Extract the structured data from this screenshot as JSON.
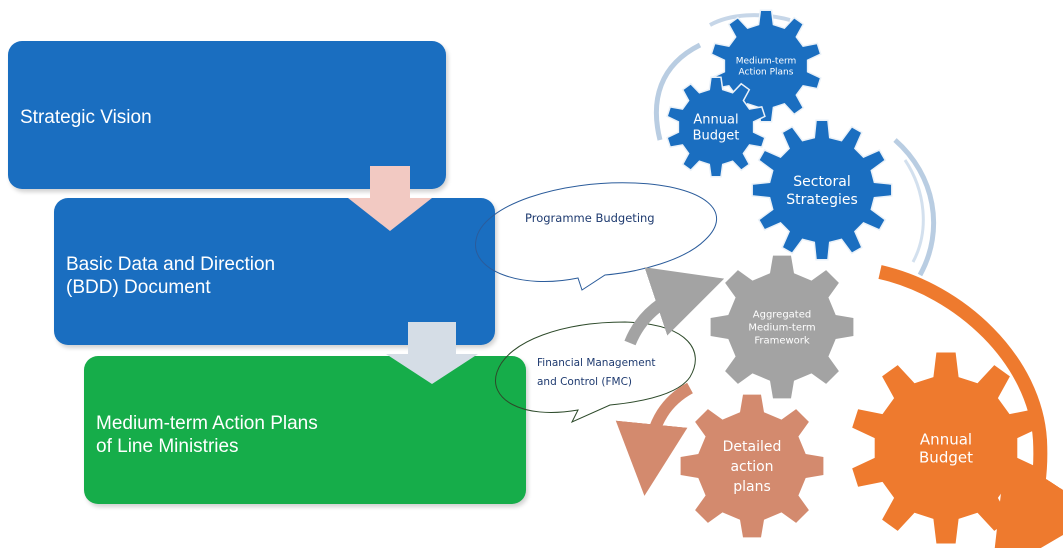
{
  "colors": {
    "blue": "#1a6ec0",
    "green": "#16ad4a",
    "gray": "#a3a3a3",
    "orange": "#ee7a2e",
    "salmon": "#d38a6e",
    "arrow_pink": "#f2c9c2",
    "arrow_pale": "#d5dde6"
  },
  "boxes": [
    {
      "lines": [
        "Strategic Vision"
      ],
      "color": "#1a6ec0"
    },
    {
      "lines": [
        "Basic Data and Direction",
        "(BDD) Document"
      ],
      "color": "#1a6ec0"
    },
    {
      "lines": [
        "Medium-term Action Plans",
        "of Line Ministries"
      ],
      "color": "#16ad4a"
    }
  ],
  "callouts": [
    {
      "lines": [
        "Programme Budgeting"
      ]
    },
    {
      "lines": [
        "Financial Management",
        "and Control (FMC)"
      ]
    }
  ],
  "gears_blue": [
    {
      "lines": [
        "Medium-term",
        "Action Plans"
      ]
    },
    {
      "lines": [
        "Annual",
        "Budget"
      ]
    },
    {
      "lines": [
        "Sectoral",
        "Strategies"
      ]
    }
  ],
  "gears_bottom": [
    {
      "lines": [
        "Aggregated",
        "Medium-term",
        "Framework"
      ],
      "color": "#a3a3a3"
    },
    {
      "lines": [
        "Annual",
        "Budget"
      ],
      "color": "#ee7a2e"
    },
    {
      "lines": [
        "Detailed",
        "action",
        "plans"
      ],
      "color": "#d38a6e"
    }
  ],
  "icons": {
    "down_arrow": "block-down-arrow-icon",
    "cycle_arrow": "curved-cycle-arrow-icon",
    "gear": "gear-icon"
  }
}
